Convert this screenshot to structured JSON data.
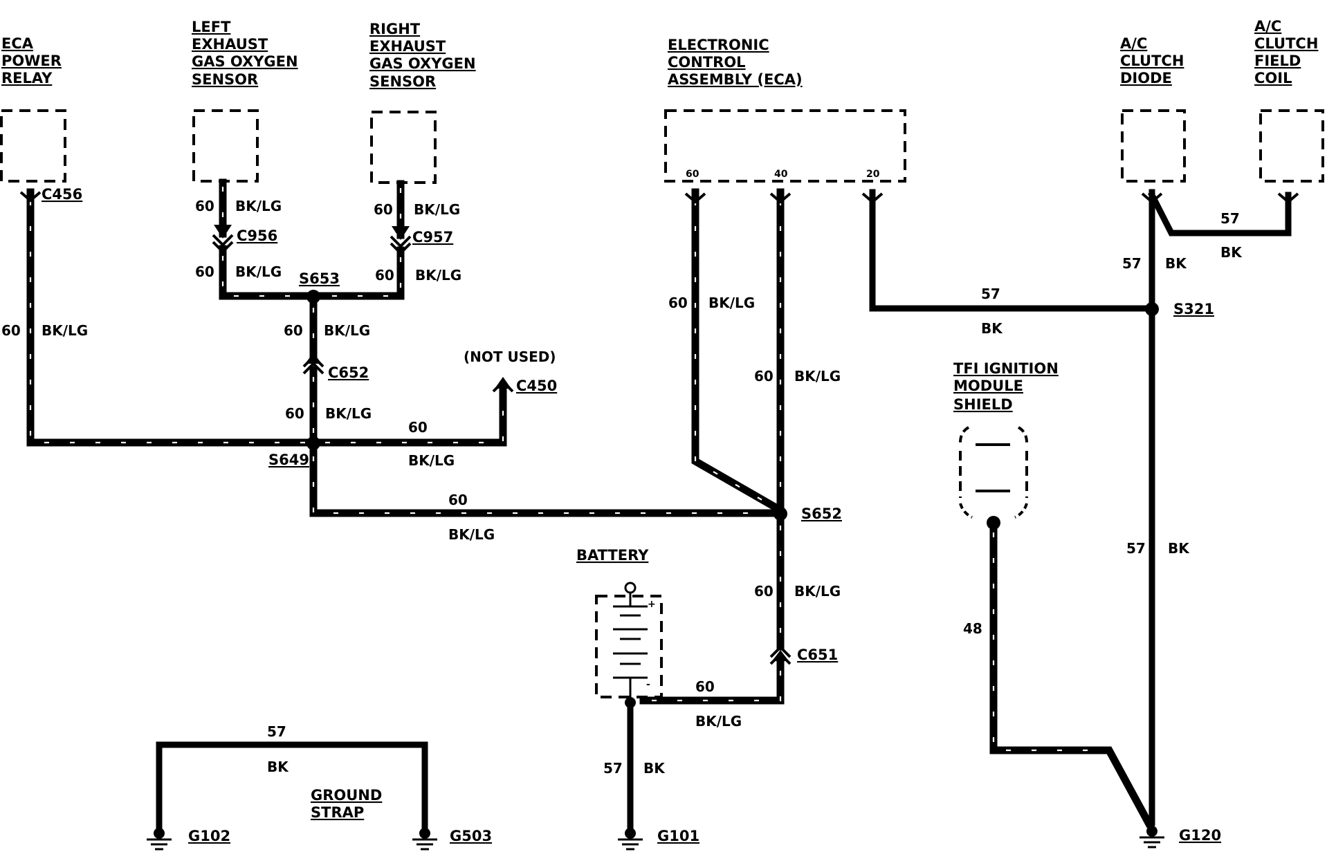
{
  "components": {
    "eca_power_relay": [
      "ECA",
      "POWER",
      "RELAY"
    ],
    "left_ego": [
      "LEFT",
      "EXHAUST",
      "GAS OXYGEN",
      "SENSOR"
    ],
    "right_ego": [
      "RIGHT",
      "EXHAUST",
      "GAS OXYGEN",
      "SENSOR"
    ],
    "eca": [
      "ELECTRONIC",
      "CONTROL",
      "ASSEMBLY (ECA)"
    ],
    "ac_diode": [
      "A/C",
      "CLUTCH",
      "DIODE"
    ],
    "ac_coil": [
      "A/C",
      "CLUTCH",
      "FIELD",
      "COIL"
    ],
    "tfi_shield": [
      "TFI IGNITION",
      "MODULE",
      "SHIELD"
    ],
    "battery": "BATTERY",
    "ground_strap": [
      "GROUND",
      "STRAP"
    ],
    "not_used": "(NOT USED)"
  },
  "eca_pins": [
    "60",
    "40",
    "20"
  ],
  "connectors": {
    "c456": "C456",
    "c956": "C956",
    "c957": "C957",
    "c652": "C652",
    "c450": "C450",
    "c651": "C651"
  },
  "splices": {
    "s653": "S653",
    "s649": "S649",
    "s652": "S652",
    "s321": "S321"
  },
  "grounds": {
    "g102": "G102",
    "g503": "G503",
    "g101": "G101",
    "g120": "G120"
  },
  "wire_labels": {
    "relay_circuit": "60",
    "relay_color": "BK/LG",
    "left_circuit_a": "60",
    "left_color_a": "BK/LG",
    "left_circuit_b": "60",
    "left_color_b": "BK/LG",
    "right_circuit_a": "60",
    "right_color_a": "BK/LG",
    "right_circuit_b": "60",
    "right_color_b": "BK/LG",
    "s653_down_circuit": "60",
    "s653_down_color": "BK/LG",
    "c652_down_circuit": "60",
    "c652_down_color": "BK/LG",
    "c450_circuit": "60",
    "c450_color": "BK/LG",
    "s649_s652_circuit": "60",
    "s649_s652_color": "BK/LG",
    "eca60_circuit": "60",
    "eca60_color": "BK/LG",
    "eca40_circuit": "60",
    "eca40_color": "BK/LG",
    "s652_down_circuit": "60",
    "s652_down_color": "BK/LG",
    "batt_circuit": "60",
    "batt_color": "BK/LG",
    "batt_gnd_circuit": "57",
    "batt_gnd_color": "BK",
    "strap_circuit": "57",
    "strap_color": "BK",
    "eca20_circuit": "57",
    "eca20_color": "BK",
    "coil_circuit": "57",
    "coil_color": "BK",
    "diode_circuit": "57",
    "diode_color": "BK",
    "s321_down_circuit": "57",
    "s321_down_color": "BK",
    "tfi_circuit": "48"
  }
}
